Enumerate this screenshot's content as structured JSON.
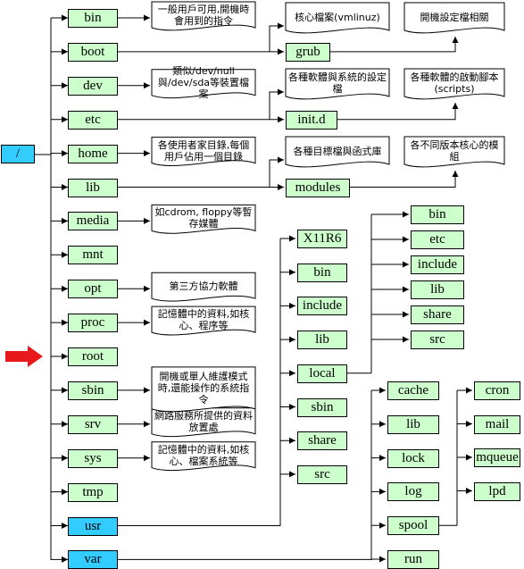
{
  "root": {
    "label": "/"
  },
  "dirs": [
    {
      "label": "bin",
      "note": "一般用戶可用,開機時會用到的指令"
    },
    {
      "label": "boot",
      "note": ""
    },
    {
      "label": "dev",
      "note": "類似/dev/null與/dev/sda等裝置檔案"
    },
    {
      "label": "etc",
      "note": ""
    },
    {
      "label": "home",
      "note": "各使用者家目錄,每個用戶佔用一個目錄"
    },
    {
      "label": "lib",
      "note": ""
    },
    {
      "label": "media",
      "note": "如cdrom, floppy等暫存媒體"
    },
    {
      "label": "mnt",
      "note": ""
    },
    {
      "label": "opt",
      "note": "第三方協力軟體"
    },
    {
      "label": "proc",
      "note": "記憶體中的資料,如核心、程序等"
    },
    {
      "label": "root",
      "note": ""
    },
    {
      "label": "sbin",
      "note": "開機或單人維護模式時,還能操作的系統指令"
    },
    {
      "label": "srv",
      "note": "網路服務所提供的資料放置處"
    },
    {
      "label": "sys",
      "note": "記憶體中的資料,如核心、檔案系統等"
    },
    {
      "label": "tmp",
      "note": ""
    },
    {
      "label": "usr",
      "note": ""
    },
    {
      "label": "var",
      "note": ""
    }
  ],
  "level2": {
    "grub": {
      "label": "grub",
      "note_left": "核心檔案(vmlinuz)",
      "note_right": "開機設定檔相關"
    },
    "initd": {
      "label": "init.d",
      "note_left": "各種軟體與系統的設定檔",
      "note_right": "各種軟體的啟動腳本(scripts)"
    },
    "modules": {
      "label": "modules",
      "note_left": "各種目標檔與函式庫",
      "note_right": "各不同版本核心的模組"
    }
  },
  "usr_children": [
    "X11R6",
    "bin",
    "include",
    "lib",
    "local",
    "sbin",
    "share",
    "src"
  ],
  "local_children": [
    "bin",
    "etc",
    "include",
    "lib",
    "share",
    "src"
  ],
  "var_children": [
    "cache",
    "lib",
    "lock",
    "log",
    "spool",
    "run"
  ],
  "spool_children": [
    "cron",
    "mail",
    "mqueue",
    "lpd"
  ],
  "colors": {
    "box": "#ccffcc",
    "highlight": "#33ccff",
    "arrow": "#e8181c",
    "line": "#000000"
  },
  "marker": {
    "target": "root",
    "icon": "red-arrow-icon"
  }
}
